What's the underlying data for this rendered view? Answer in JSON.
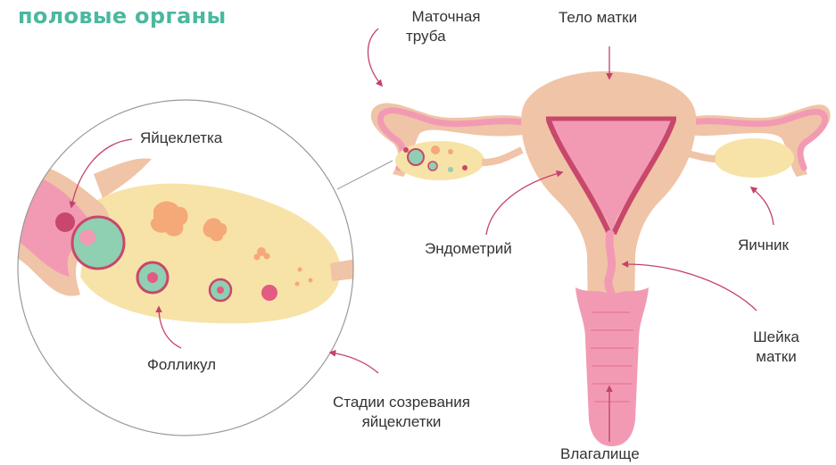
{
  "title": "половые органы",
  "labels": {
    "fallopian_tube": [
      "Маточная",
      "труба"
    ],
    "uterus_body": "Тело матки",
    "egg_cell": "Яйцеклетка",
    "endometrium": "Эндометрий",
    "ovary": "Яичник",
    "cervix": [
      "Шейка",
      "матки"
    ],
    "follicle": "Фолликул",
    "maturation_stages": [
      "Стадии созревания",
      "яйцеклетки"
    ],
    "vagina": "Влагалище"
  },
  "colors": {
    "skin": "#f0c4a6",
    "pink": "#f29ab4",
    "dark_pink": "#c8476c",
    "ovary_yellow": "#f7e3a8",
    "follicle_green": "#8fcfb2",
    "orange_blob": "#f5a878",
    "arrow": "#c4426a",
    "title": "#4bb89f"
  }
}
